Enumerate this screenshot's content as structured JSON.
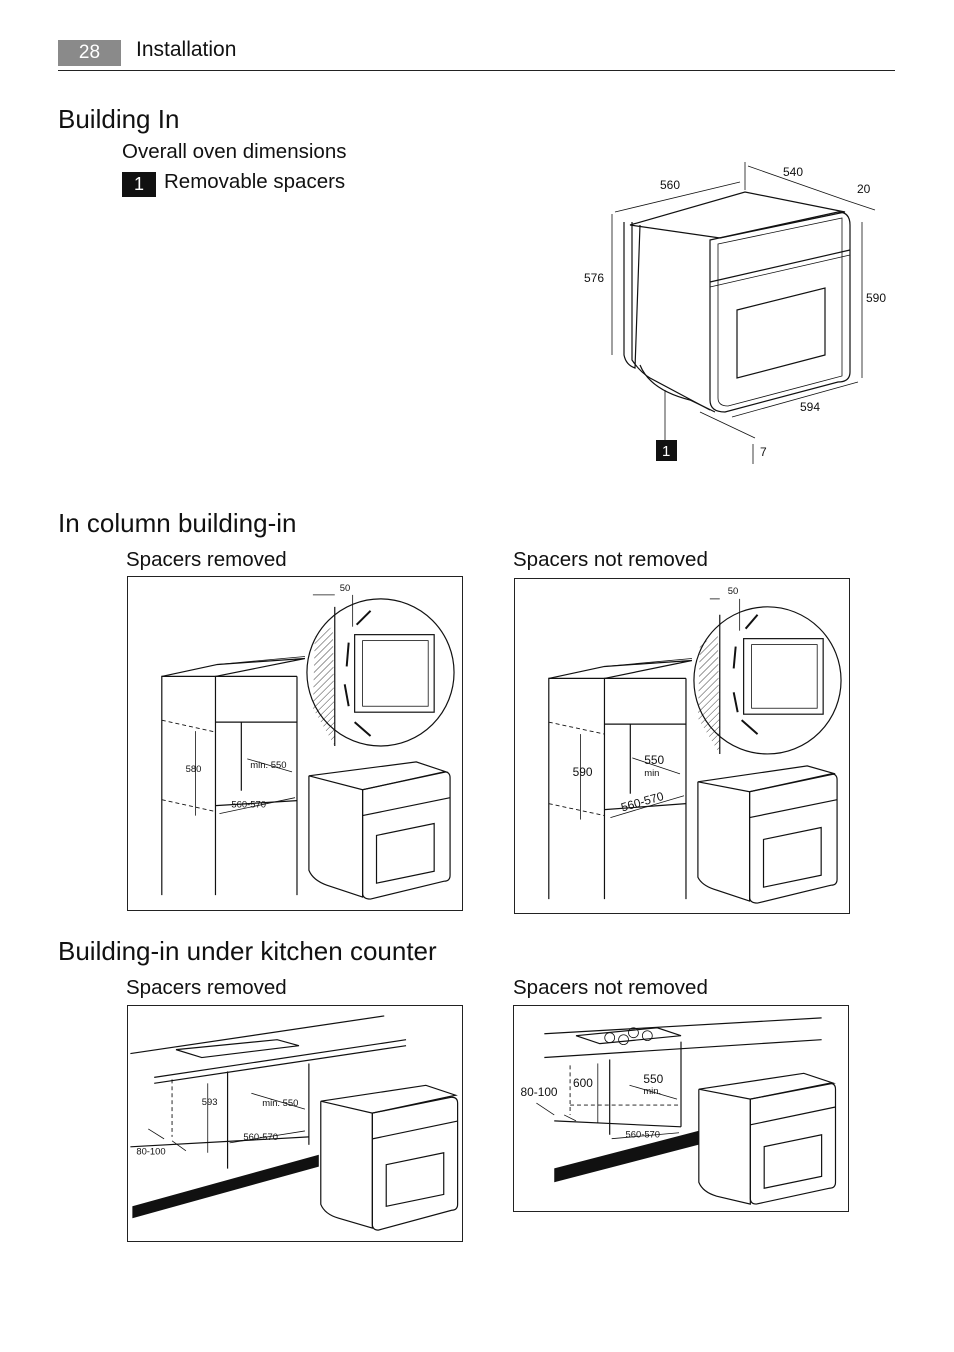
{
  "header": {
    "page_number": "28",
    "section": "Installation"
  },
  "sections": {
    "building_in": {
      "title": "Building In",
      "subtitle": "Overall oven dimensions",
      "legend": {
        "number": "1",
        "text": "Removable spacers"
      },
      "figure": {
        "dims": {
          "d560": "560",
          "d540": "540",
          "d20": "20",
          "d576": "576",
          "d590": "590",
          "d594": "594",
          "d7": "7"
        },
        "callout": "1"
      }
    },
    "column": {
      "title": "In column building-in",
      "left": {
        "caption": "Spacers removed",
        "dims": {
          "gap": "50",
          "h": "580",
          "min": "min. 550",
          "w": "560-570"
        }
      },
      "right": {
        "caption": "Spacers not removed",
        "dims": {
          "gap": "50",
          "h": "590",
          "min_value": "550",
          "min_word": "min",
          "w": "560-570"
        }
      }
    },
    "counter": {
      "title": "Building-in under kitchen counter",
      "left": {
        "caption": "Spacers removed",
        "dims": {
          "h": "593",
          "min": "min. 550",
          "w": "560-570",
          "d": "80-100"
        }
      },
      "right": {
        "caption": "Spacers not removed",
        "dims": {
          "h": "600",
          "min_value": "550",
          "min_word": "min.",
          "w": "560-570",
          "d": "80-100"
        }
      }
    }
  }
}
